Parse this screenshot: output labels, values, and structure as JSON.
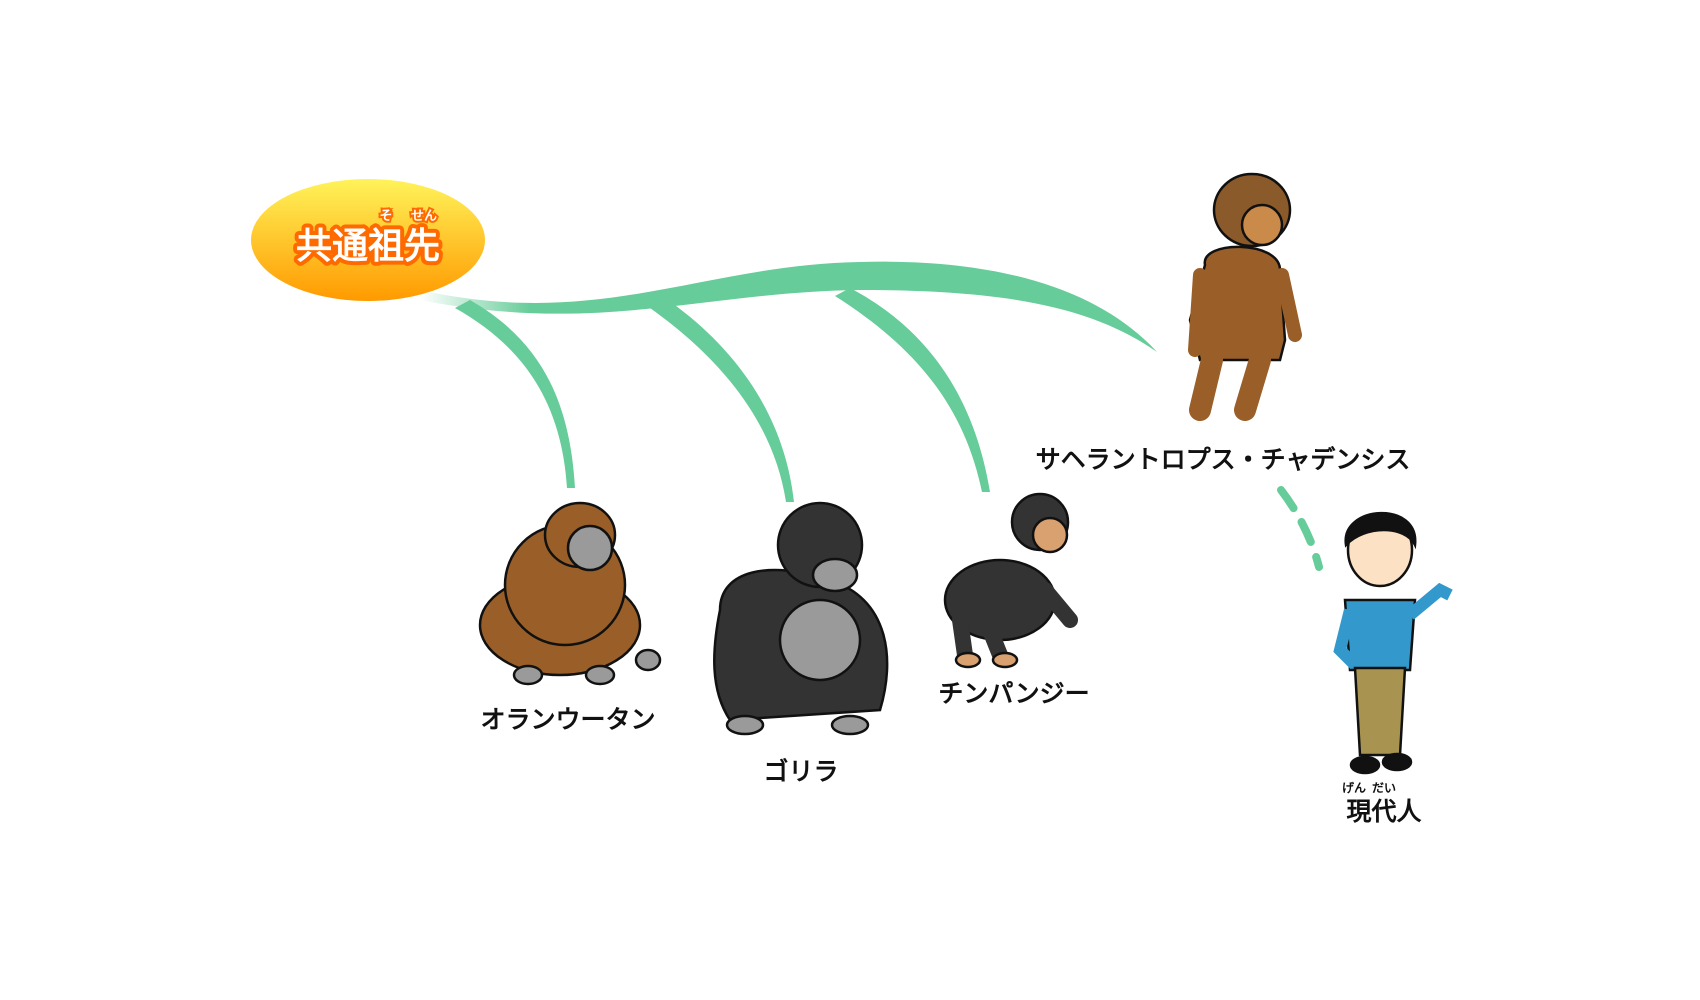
{
  "ancestor": {
    "label": "共通祖先",
    "ruby_so": "そ",
    "ruby_sen": "せん"
  },
  "species": {
    "orangutan": "オランウータン",
    "gorilla": "ゴリラ",
    "chimpanzee": "チンパンジー",
    "sahelanthropus": "サヘラントロプス・チャデンシス",
    "modern_human": "現代人",
    "modern_ruby_gen": "げん",
    "modern_ruby_dai": "だい"
  },
  "colors": {
    "branch": "#66cc99",
    "ellipse_top": "#fff35a",
    "ellipse_bottom": "#ff9a00",
    "label_outline": "#ff6a00"
  }
}
